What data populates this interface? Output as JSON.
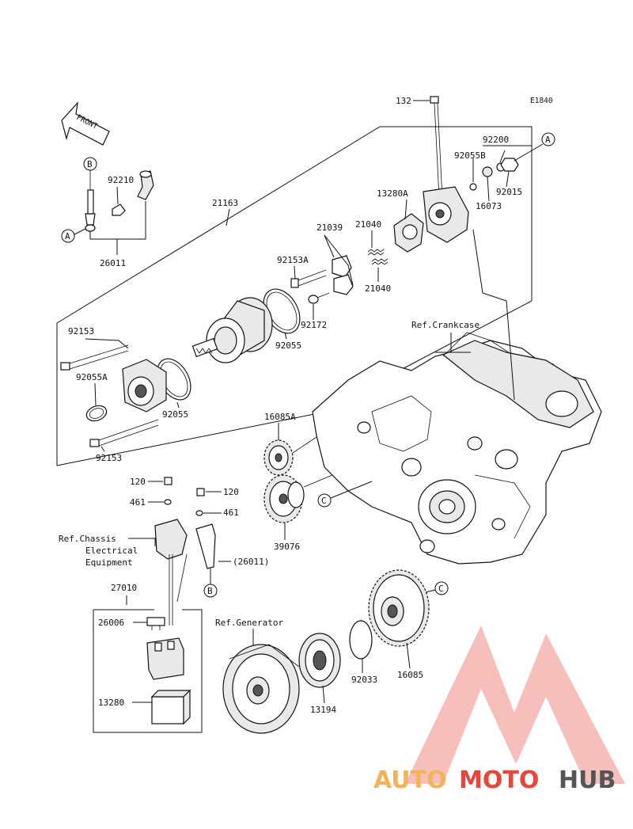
{
  "diagram_code": "E1840",
  "front_label": "FRONT",
  "parts": {
    "p132": "132",
    "p92200": "92200",
    "p92055B": "92055B",
    "p92015": "92015",
    "p16073": "16073",
    "p13280A": "13280A",
    "p21040a": "21040",
    "p21040b": "21040",
    "p21039": "21039",
    "p92153A": "92153A",
    "p92172": "92172",
    "p92055a": "92055",
    "p92055b": "92055",
    "p21163": "21163",
    "p92210": "92210",
    "p26011": "26011",
    "p92153a": "92153",
    "p92153b": "92153",
    "p92055A": "92055A",
    "p16085A": "16085A",
    "p39076": "39076",
    "p120a": "120",
    "p120b": "120",
    "p461a": "461",
    "p461b": "461",
    "p26011ref": "(26011)",
    "p27010": "27010",
    "p26006": "26006",
    "p13280": "13280",
    "p13194": "13194",
    "p92033": "92033",
    "p16085": "16085"
  },
  "refs": {
    "crankcase": "Ref.Crankcase",
    "chassis_1": "Ref.Chassis",
    "chassis_2": "Electrical",
    "chassis_3": "Equipment",
    "generator": "Ref.Generator"
  },
  "callouts": {
    "a1": "A",
    "a2": "A",
    "b1": "B",
    "b2": "B",
    "c1": "C",
    "c2": "C"
  },
  "watermark": {
    "part1": "AUTO",
    "part2": "MOTO",
    "part3": "HUB",
    "color1": "#f2b35a",
    "color2": "#e8453c",
    "color3": "#555555"
  }
}
